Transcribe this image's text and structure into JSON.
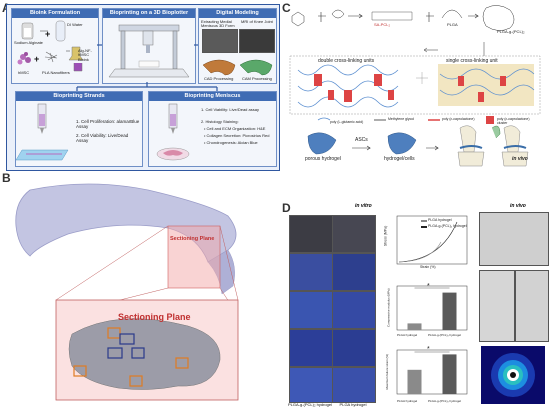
{
  "panel_labels": {
    "a": "A",
    "b": "B",
    "c": "C",
    "d": "D"
  },
  "panelA": {
    "bioink_title": "Bioink Formulation",
    "bioink_items": {
      "alginate": "Sodium Alginate",
      "water": "DI Water",
      "hmsc": "hMSC",
      "pla": "PLA Nanofibers",
      "alg_nf": "Alg-NF-hMSC Bioink"
    },
    "bioprinting_title": "Bioprinting on a 3D Bioplotter",
    "modeling_title": "Digital Modeling",
    "modeling_items": {
      "extract": "Extracting Medial Meniscus 3D Form",
      "mri": "MRI of Knee Joint",
      "cad": "CAD Processing",
      "cam": "CAM Processing"
    },
    "strands_title": "Bioprinting Strands",
    "strands_list": [
      "1. Cell Proliferation: alamarBlue Assay",
      "2. Cell Viability: Live/Dead Assay"
    ],
    "meniscus_title": "Bioprinting Meniscus",
    "meniscus_list": [
      "1. Cell Viability: Live/Dead assay",
      "2. Histology Staining:",
      "• Cell and ECM Organization: H&E",
      "• Collagen Secretion: Picrosirius Red",
      "• Chondrogenesis: Alcian Blue"
    ]
  },
  "panelB": {
    "sectioning_plane_small": "Sectioning Plane",
    "sectioning_plane_big": "Sectioning Plane"
  },
  "panelC": {
    "reagents": [
      "SA-PCL₂",
      "PLGA",
      "PLGA-g-(PCL)₂"
    ],
    "double_unit": "double cross-linking units",
    "single_unit": "single cross-linking unit",
    "legend": [
      "poly (L-glutamic acid)",
      "Methylene glycol",
      "poly (ε-caprolactone)",
      "poly (ε-caprolactone) cluster"
    ],
    "porous": "porous hydrogel",
    "ascs": "ASCs",
    "hydrogelcells": "hydrogel/cells",
    "invivo": "in vivo"
  },
  "panelD": {
    "in_vitro": "in vitro",
    "in_vivo": "in vivo",
    "photo_caption_left": "PLGA-g-(PCL)₂ hydrogel",
    "photo_caption_right": "PLGA hydrogel",
    "chart_strain": {
      "ylabel": "Stress (MPa)",
      "xlabel": "Strain (%)",
      "legend": [
        "PLGA hydrogel",
        "PLGA-g-(PCL)₂ hydrogel"
      ]
    },
    "chart_modulus": {
      "ylabel": "Compressive modulus (MPa)",
      "categories": [
        "PLGA hydrogel",
        "PLGA-g-(PCL)₂ hydrogel"
      ],
      "star": "*"
    },
    "chart_fracture": {
      "ylabel": "Maximum failure strain (%)",
      "categories": [
        "PLGA hydrogel",
        "PLGA-g-(PCL)₂ hydrogel"
      ],
      "star": "*"
    }
  },
  "chart_data": [
    {
      "type": "bar",
      "categories": [
        "PLGA hydrogel",
        "PLGA-g-(PCL)₂ hydrogel"
      ],
      "values": [
        0.15,
        0.85
      ],
      "ylim": [
        0,
        1.0
      ],
      "color": [
        "#8a8a8a",
        "#5a5a5a"
      ]
    },
    {
      "type": "bar",
      "categories": [
        "PLGA hydrogel",
        "PLGA-g-(PCL)₂ hydrogel"
      ],
      "values": [
        55,
        90
      ],
      "ylim": [
        0,
        100
      ],
      "color": [
        "#8a8a8a",
        "#5a5a5a"
      ]
    }
  ]
}
